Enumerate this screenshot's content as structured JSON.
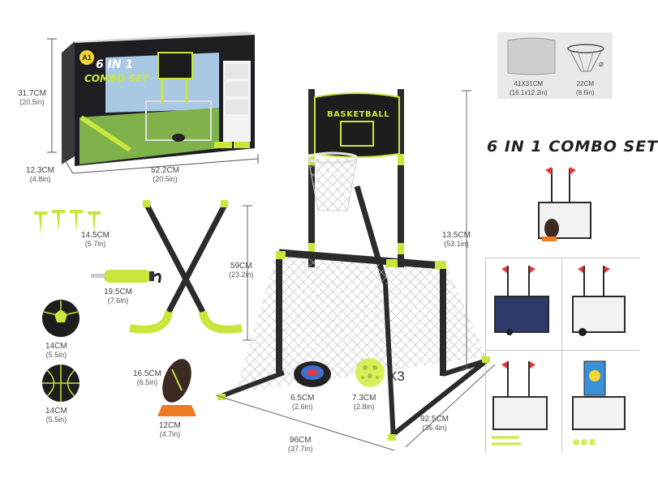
{
  "product": {
    "title": "6 IN 1 COMBO SET",
    "box_title_line1": "6 IN 1",
    "box_title_line2": "COMBO SET",
    "brand": "A1",
    "backboard_label": "BASKETBALL",
    "ball_count": "X3"
  },
  "dimensions": {
    "box_height": {
      "cm": "31.7CM",
      "in": "(20.5in)"
    },
    "box_depth": {
      "cm": "12.3CM",
      "in": "(4.8in)"
    },
    "box_width": {
      "cm": "52.2CM",
      "in": "(20.5in)"
    },
    "backboard": {
      "cm": "41X31CM",
      "in": "(16.1x12.2in)"
    },
    "hoop": {
      "cm": "22CM",
      "in": "(8.6in)"
    },
    "cones": {
      "cm": "14.5CM",
      "in": "(5.7in)"
    },
    "pump": {
      "cm": "19.5CM",
      "in": "(7.6in)"
    },
    "sticks": {
      "cm": "59CM",
      "in": "(23.2in)"
    },
    "soccer_ball": {
      "cm": "14CM",
      "in": "(5.5in)"
    },
    "basketball": {
      "cm": "14CM",
      "in": "(5.5in)"
    },
    "football": {
      "cm": "16.5CM",
      "in": "(6.5in)"
    },
    "tee": {
      "cm": "12CM",
      "in": "(4.7in)"
    },
    "puck": {
      "cm": "6.5CM",
      "in": "(2.6in)"
    },
    "wiffle_ball": {
      "cm": "7.3CM",
      "in": "(2.8in)"
    },
    "goal_width": {
      "cm": "96CM",
      "in": "(37.7in)"
    },
    "goal_depth": {
      "cm": "92.5CM",
      "in": "(36.4in)"
    },
    "total_height": {
      "cm": "13.5CM",
      "in": "(53.1in)"
    }
  },
  "colors": {
    "accent": "#c8e63c",
    "frame": "#2b2b2b",
    "flag": "#e8393a",
    "tee": "#f07a22",
    "grass": "#8fbf4a"
  }
}
